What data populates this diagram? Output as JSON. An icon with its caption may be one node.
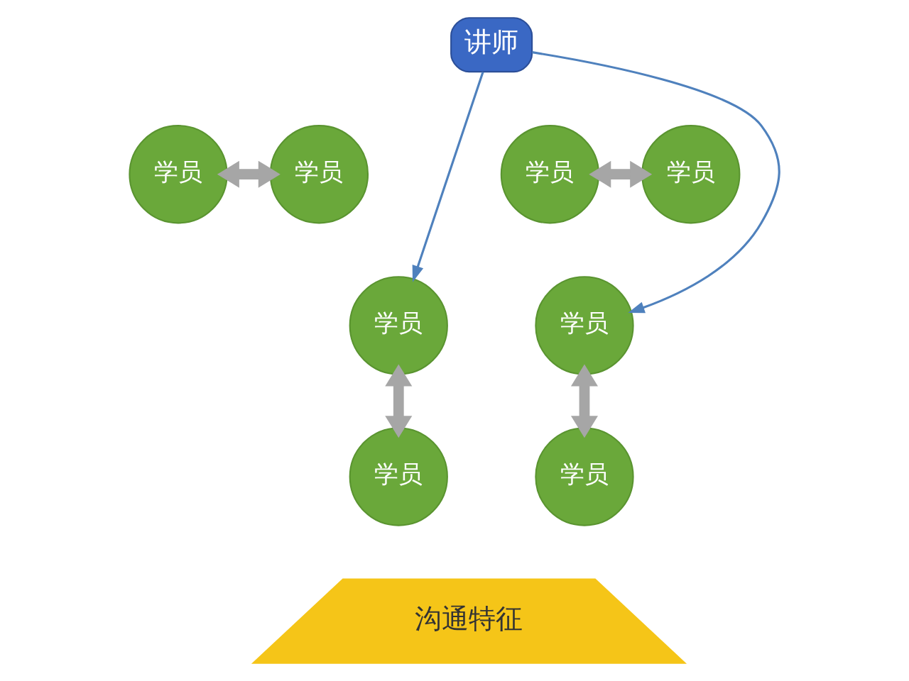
{
  "diagram": {
    "nodes": [
      {
        "text": [
          "讲师"
        ]
      },
      {
        "text": [
          "学员"
        ]
      },
      {
        "text": [
          "学员"
        ]
      },
      {
        "text": [
          "学员"
        ]
      },
      {
        "text": [
          "学员"
        ]
      },
      {
        "text": [
          "学员"
        ]
      },
      {
        "text": [
          "学员"
        ]
      },
      {
        "text": [
          "学员"
        ]
      },
      {
        "text": [
          "学员"
        ]
      },
      {
        "text": [
          "沟通特征"
        ]
      }
    ],
    "edges": [
      {
        "from": 0,
        "to": 3,
        "arrow": "to",
        "color": "#4f81bd"
      },
      {
        "from": 0,
        "to": 7,
        "arrow": "to",
        "color": "#4f81bd"
      },
      {
        "from": 1,
        "to": 2,
        "arrow": "both"
      },
      {
        "from": 3,
        "to": 4,
        "arrow": "both"
      },
      {
        "from": 5,
        "to": 6,
        "arrow": "both"
      },
      {
        "from": 7,
        "to": 8,
        "arrow": "both"
      }
    ]
  }
}
